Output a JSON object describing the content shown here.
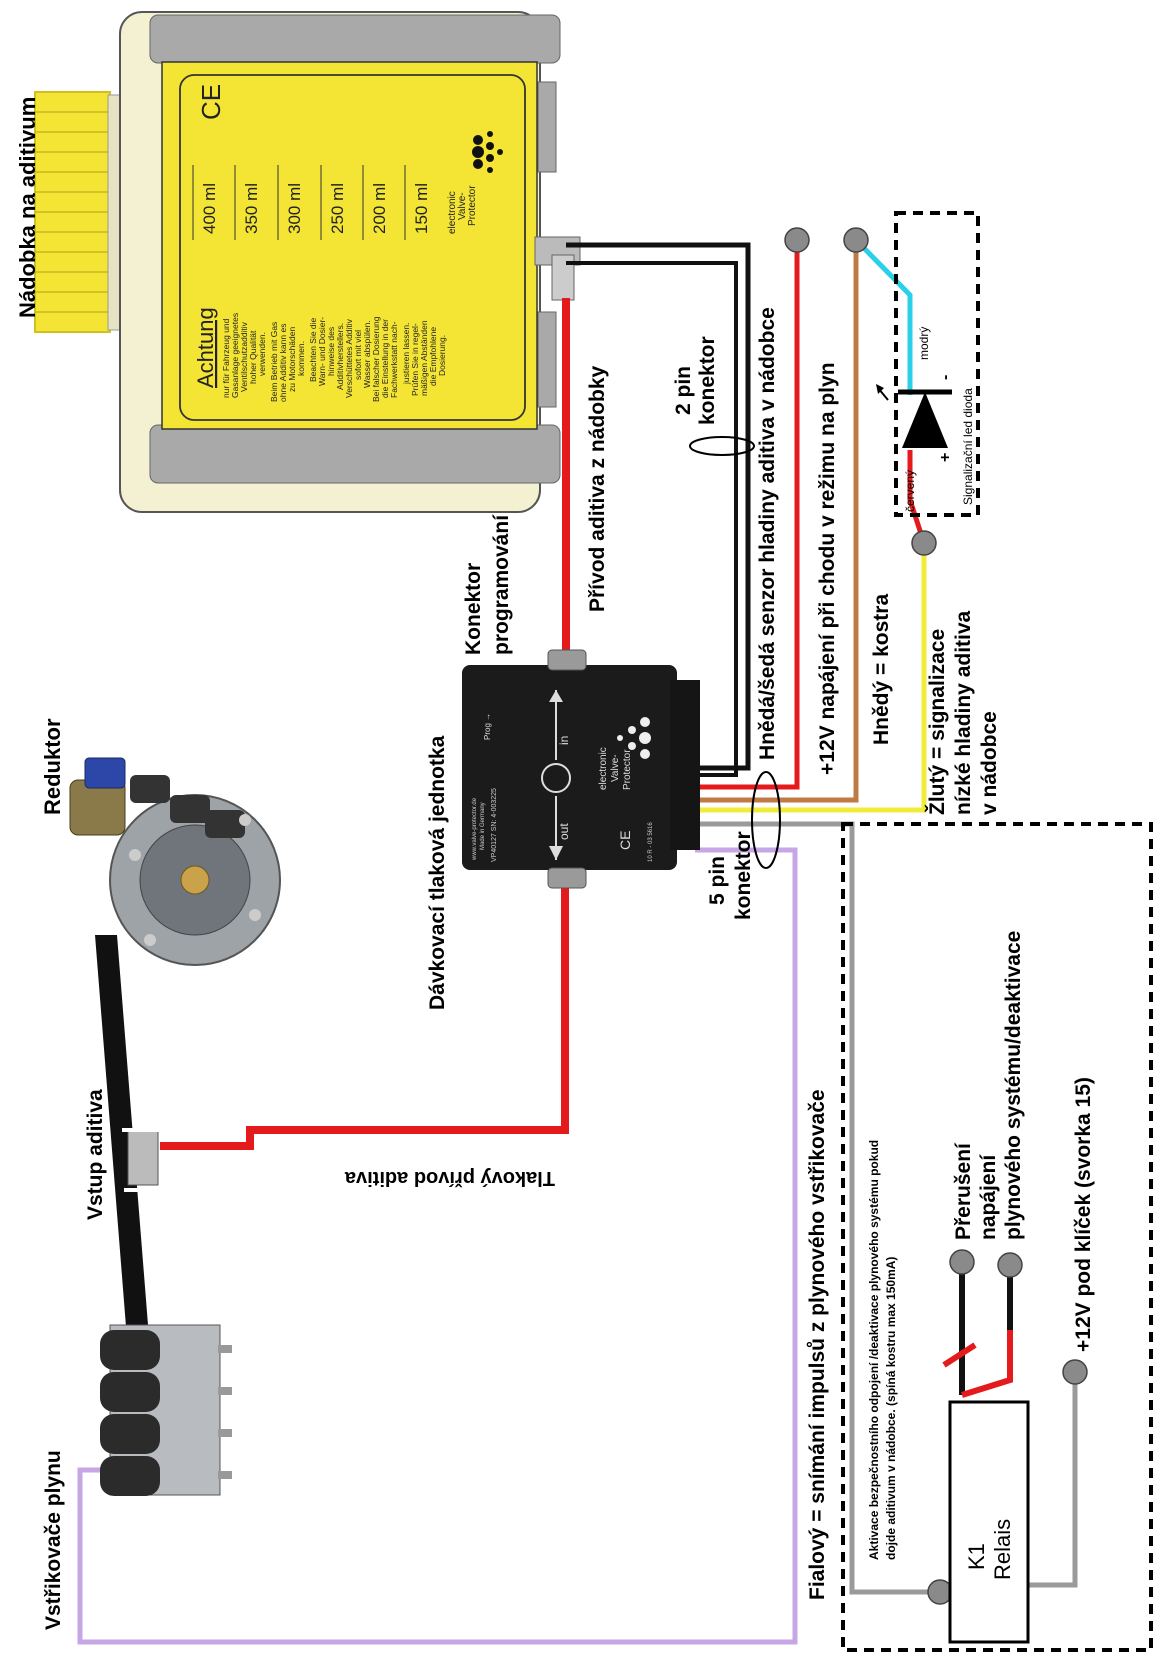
{
  "labels": {
    "tank": "Nádobka na aditivum",
    "reducer": "Reduktor",
    "injectors": "Vstřikovače plynu",
    "additive_inlet": "Vstup aditiva",
    "pressure_line": "Tlakový přívod aditiva",
    "dosing_unit": "Dávkovací tlaková jednotka",
    "prog_connector_1": "Konektor",
    "prog_connector_2": "programování",
    "supply_from_tank": "Přívod aditiva z nádobky",
    "pin2_1": "2 pin",
    "pin2_2": "konektor",
    "level_sensor": "Hnědá/šedá  senzor hladiny aditiva v nádobce",
    "power_gas": "+12V napájení při chodu v režimu na plyn",
    "ground": "Hnědý = kostra",
    "yellow_1": "Žlutý = signalizace",
    "yellow_2": "nízké hladiny aditiva",
    "yellow_3": "v nádobce",
    "pin5_1": "5 pin",
    "pin5_2": "konektor",
    "purple": "Fialový = snímání impulsů z plynového vstřikovače",
    "relay_note_1": "Aktivace bezpečnostního odpojení /deaktivace plynového systému pokud",
    "relay_note_2": "dojde aditivum v nádobce. (spíná kostru max 150mA)",
    "interrupt_1": "Přerušení",
    "interrupt_2": "napájení",
    "interrupt_3": "plynového systému/deaktivace",
    "ignition": "+12V pod klíček (svorka 15)",
    "relay_1": "K1",
    "relay_2": "Relais",
    "led": "Signalizační led dioda",
    "blue": "modrý",
    "red": "červený",
    "plus": "+",
    "minus": "-"
  },
  "tank_label": {
    "ce": "CE",
    "levels": [
      "400 ml",
      "350 ml",
      "300 ml",
      "250 ml",
      "200 ml",
      "150 ml"
    ],
    "warning_title": "Achtung",
    "warning_lines": [
      "nur für Fahrzeug und",
      "Gasanlage geeignetes",
      "Ventilschutzadditiv",
      "hoher Qualität",
      "verwenden.",
      "Beim Betrieb mit Gas",
      "ohne Additiv kann es",
      "zu Motorschäden",
      "kommen.",
      "Beachten Sie die",
      "Warn- und Dosier-",
      "hinweise des",
      "Additivherstellers.",
      "Verschüttetes Additiv",
      "sofort mit viel",
      "Wasser abspülen.",
      "Bei falscher Dosierung",
      "die Einstellung in der",
      "Fachwerkstatt nach-",
      "justieren lassen.",
      "Prüfen Sie in regel-",
      "mäßigen Abständen",
      "die Empfohlene",
      "Dosierung."
    ],
    "brand": [
      "electronic",
      "Valve-",
      "Protector"
    ]
  },
  "unit_label": {
    "prog": "Prog →",
    "in": "in",
    "out": "out",
    "brand": [
      "electronic",
      "Valve-",
      "Protector"
    ],
    "site": "www.valve-protector.de",
    "made": "Made in Germany",
    "serial": "VP40127  SN: 4-003225",
    "ce": "CE",
    "approval": "10 R - 03 5616"
  },
  "colors": {
    "yellow_body": "#f4e535",
    "tank_frame": "#f3f1d2",
    "grey_clips": "#a9a9a9",
    "red_wire": "#e41a1c",
    "black_wire": "#111111",
    "brown_wire": "#c07a46",
    "yellow_wire": "#f1ec3a",
    "grey_wire": "#9a9a9a",
    "purple_wire": "#c7a6e6",
    "cyan_wire": "#2ad0e8"
  }
}
